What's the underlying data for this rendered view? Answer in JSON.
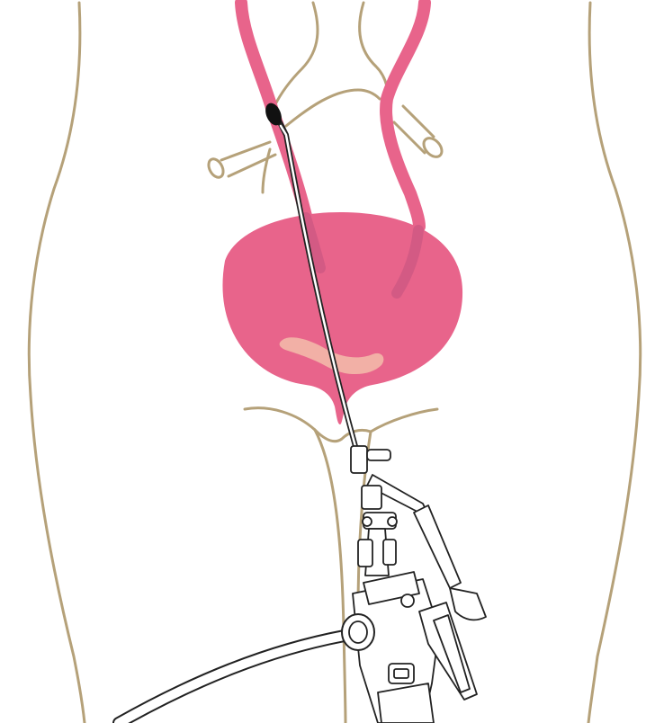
{
  "illustration": {
    "subject": "ureteroscopy",
    "parts": [
      "body-outline",
      "kidney-vessels",
      "left-ureter",
      "right-ureter",
      "bladder",
      "trigone",
      "urethra",
      "ureteroscope-shaft",
      "ureteroscope-tip",
      "scope-handle",
      "irrigation-tube"
    ]
  },
  "colors": {
    "background": "#ffffff",
    "outline": "#b5a179",
    "organ": "#e8648b",
    "organ_shade": "#d35a84",
    "trigone": "#f2b0a6",
    "scope_tip": "#111111",
    "scope_line": "#222222",
    "scope_fill": "#ffffff"
  }
}
